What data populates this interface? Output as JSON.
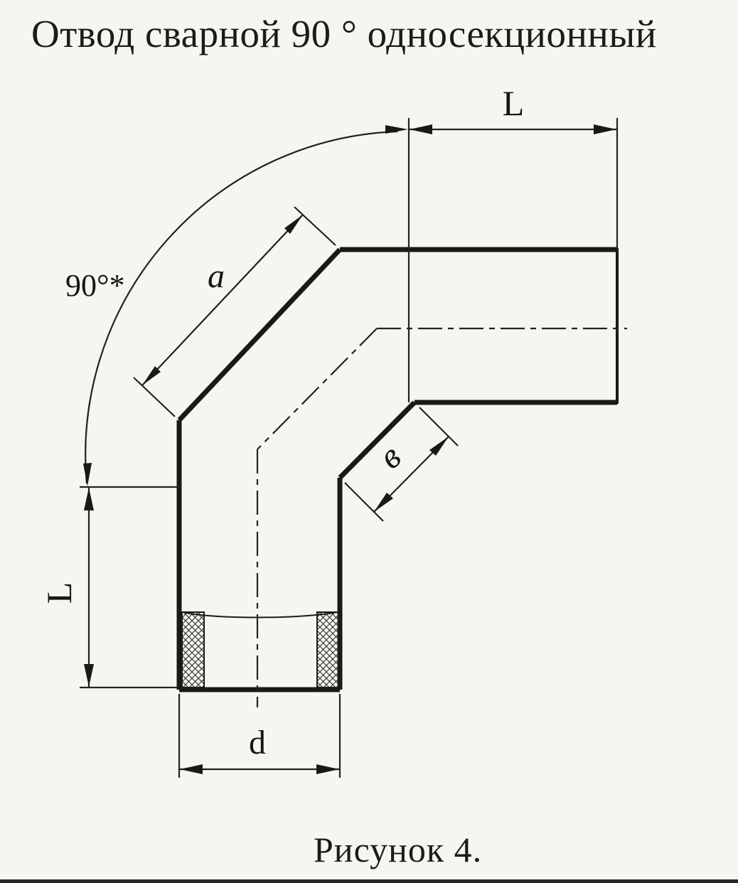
{
  "title": "Отвод сварной 90 ° односекционный",
  "caption": "Рисунок 4.",
  "drawing": {
    "labels": {
      "angle": "90°*",
      "top_length": "L",
      "left_length": "L",
      "section_length": "a",
      "section_width": "в",
      "diameter": "d"
    }
  },
  "colors": {
    "ink": "#1b1b1b",
    "paper": "#f7f5f0"
  }
}
